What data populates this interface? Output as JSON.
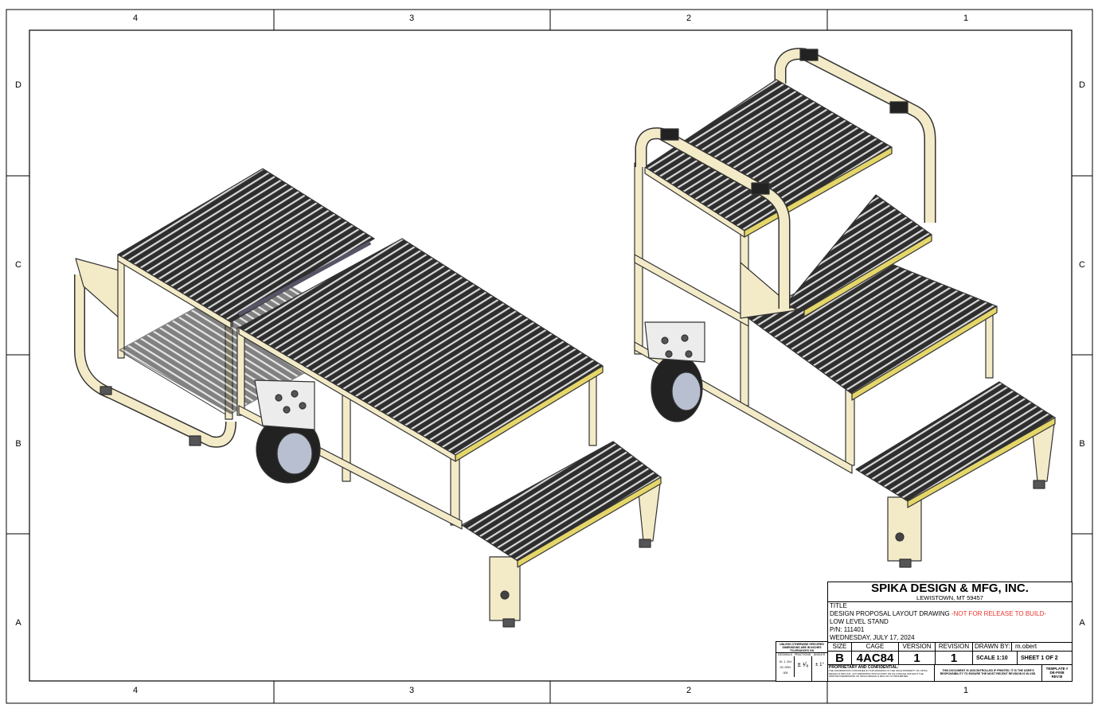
{
  "zones": {
    "columns": [
      "4",
      "3",
      "2",
      "1"
    ],
    "rows": [
      "D",
      "C",
      "B",
      "A"
    ]
  },
  "title_block": {
    "company": "SPIKA DESIGN & MFG, INC.",
    "location": "LEWISTOWN, MT 59457",
    "title_label": "TITLE",
    "title_line1": "DESIGN PROPOSAL LAYOUT DRAWING ",
    "title_warning": "-NOT FOR RELEASE TO BUILD-",
    "title_line2": "LOW LEVEL STAND",
    "part_number": "P/N: 111401",
    "date": "WEDNESDAY, JULY 17, 2024",
    "size_label": "SIZE",
    "size": "B",
    "cage_label": "CAGE",
    "cage": "4AC84",
    "version_label": "VERSION",
    "version": "1",
    "revision_label": "REVISION",
    "revision": "1",
    "drawn_by_label": "DRAWN BY:",
    "drawn_by": "m.obert",
    "scale": "SCALE 1:10",
    "sheet": "SHEET 1 OF 2",
    "proprietary_heading": "PROPRIETARY AND CONFIDENTIAL:",
    "proprietary_text": "THE INFORMATION CONTAINED IN THIS DRAWING IS THE SOLE PROPERTY OF SPIKA DESIGN & MFG INC. ANY REPRODUCTION IN PART OR AS A WHOLE WITHOUT THE WRITTEN PERMISSION OF SPIKA DESIGN & MFG INC IS PROHIBITED.",
    "uncontrolled_text": "THIS DOCUMENT IS UNCONTROLLED IF PRINTED. IT IS THE USER'S RESPONSIBILITY TO ENSURE THE MOST RECENT REVISION IS IN USE.",
    "template_label": "TEMPLATE #",
    "template_number": "DE-F008",
    "template_rev": "REV:B"
  },
  "tolerance_block": {
    "heading": "UNLESS OTHERWISE SPECIFIED DIMENSIONS ARE IN INCHES TOLERANCES ON",
    "col_decimals": "DECIMALS",
    "col_fractions": "FRACTIONS",
    "col_angles": "ANGLES",
    "decimals": ".0± .1  .00± .03  .000± .005",
    "fractions": "± ¹⁄₈",
    "angles": "± 1°"
  },
  "colors": {
    "frame": "#f3ebc8",
    "grating": "#2e2e2e",
    "warning_red": "#e8332a",
    "safety_yellow": "#d9c21a"
  }
}
